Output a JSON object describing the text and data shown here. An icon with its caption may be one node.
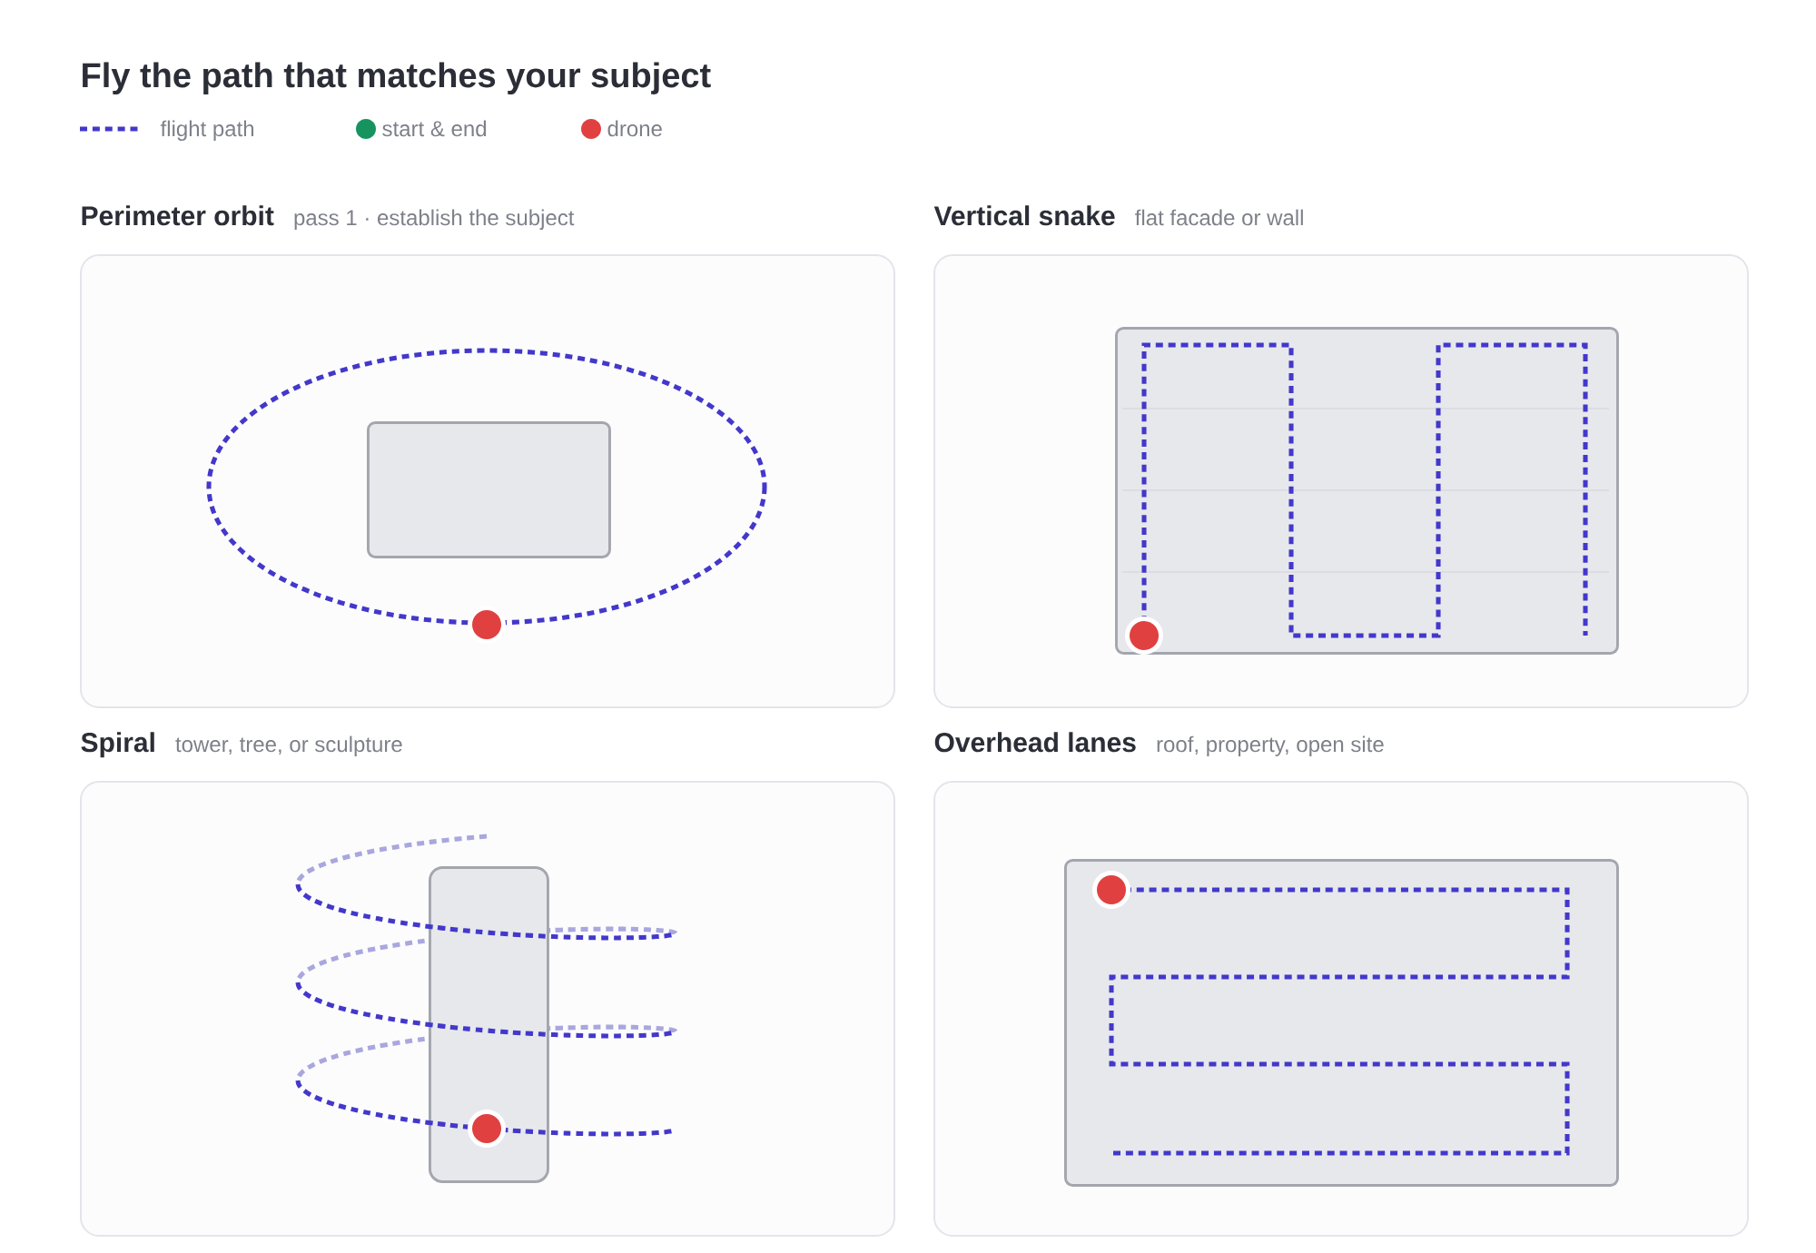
{
  "diagram": {
    "title": "Fly the path that matches your subject",
    "nodes": [
      {
        "text": [
          "Perimeter orbit",
          "pass 1 · establish the subject"
        ]
      },
      {
        "text": [],
        "shape": "box",
        "in": 0
      },
      {
        "text": [
          "Vertical snake",
          "flat facade or wall"
        ]
      },
      {
        "text": [],
        "shape": "box",
        "in": 2
      },
      {
        "text": [
          "Spiral",
          "tower, tree, or sculpture"
        ]
      },
      {
        "text": [],
        "shape": "box",
        "in": 4
      },
      {
        "text": [
          "Overhead lanes",
          "roof, property, open site"
        ]
      },
      {
        "text": [],
        "shape": "box",
        "in": 6
      }
    ],
    "legend": [
      {
        "text": "flight path"
      },
      {
        "text": "start & end",
        "color": "#17935f"
      },
      {
        "text": "drone",
        "color": "#e04040"
      }
    ]
  }
}
